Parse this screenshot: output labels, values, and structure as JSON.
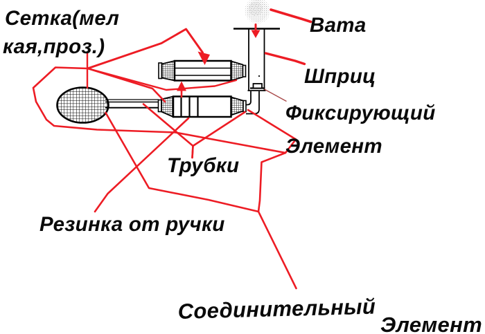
{
  "labels": {
    "setka": {
      "line1": "Сетка(мел",
      "line2": "кая,проз.)"
    },
    "vata": "Вата",
    "shpric": "Шприц",
    "fixing": {
      "line1": "Фиксирующий",
      "line2": "Элемент"
    },
    "trubki": "Трубки",
    "rezinka": "Резинка от ручки",
    "soedinitelny": {
      "line1": "Соединительный",
      "line2": "Элемент"
    }
  },
  "colors": {
    "leader_red": "#ed1c24",
    "thin_leader": "#a84848",
    "ink": "#000000",
    "background": "#ffffff"
  }
}
